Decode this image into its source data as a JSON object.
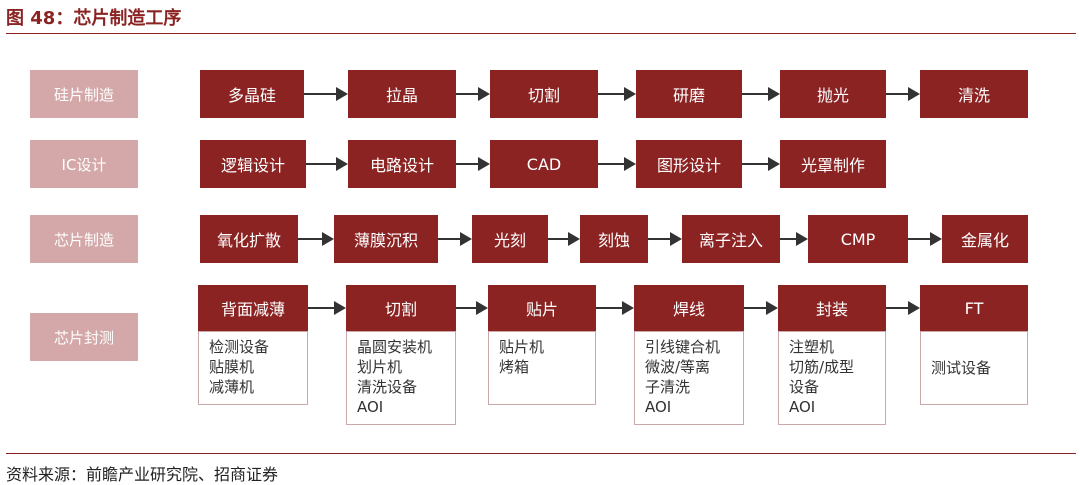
{
  "title": "图 48：芯片制造工序",
  "source": "资料来源：前瞻产业研究院、招商证券",
  "colors": {
    "accent": "#8b2323",
    "category": "#d4a8a8",
    "arrow": "#333333"
  },
  "rows": [
    {
      "category": "硅片制造",
      "steps": [
        {
          "label": "多晶硅"
        },
        {
          "label": "拉晶"
        },
        {
          "label": "切割"
        },
        {
          "label": "研磨"
        },
        {
          "label": "抛光"
        },
        {
          "label": "清洗"
        }
      ]
    },
    {
      "category": "IC设计",
      "steps": [
        {
          "label": "逻辑设计"
        },
        {
          "label": "电路设计"
        },
        {
          "label": "CAD"
        },
        {
          "label": "图形设计"
        },
        {
          "label": "光罩制作"
        }
      ]
    },
    {
      "category": "芯片制造",
      "steps": [
        {
          "label": "氧化扩散"
        },
        {
          "label": "薄膜沉积"
        },
        {
          "label": "光刻"
        },
        {
          "label": "刻蚀"
        },
        {
          "label": "离子注入"
        },
        {
          "label": "CMP"
        },
        {
          "label": "金属化"
        }
      ]
    },
    {
      "category": "芯片封测",
      "steps": [
        {
          "label": "背面减薄",
          "equipment": [
            "检测设备",
            "贴膜机",
            "减薄机"
          ]
        },
        {
          "label": "切割",
          "equipment": [
            "晶圆安装机",
            "划片机",
            "清洗设备",
            "AOI"
          ]
        },
        {
          "label": "贴片",
          "equipment": [
            "贴片机",
            "烤箱"
          ]
        },
        {
          "label": "焊线",
          "equipment": [
            "引线键合机",
            "微波/等离",
            "子清洗",
            "AOI"
          ]
        },
        {
          "label": "封装",
          "equipment": [
            "注塑机",
            "切筋/成型",
            "设备",
            "AOI"
          ]
        },
        {
          "label": "FT",
          "equipment": [
            "测试设备"
          ]
        }
      ]
    }
  ]
}
